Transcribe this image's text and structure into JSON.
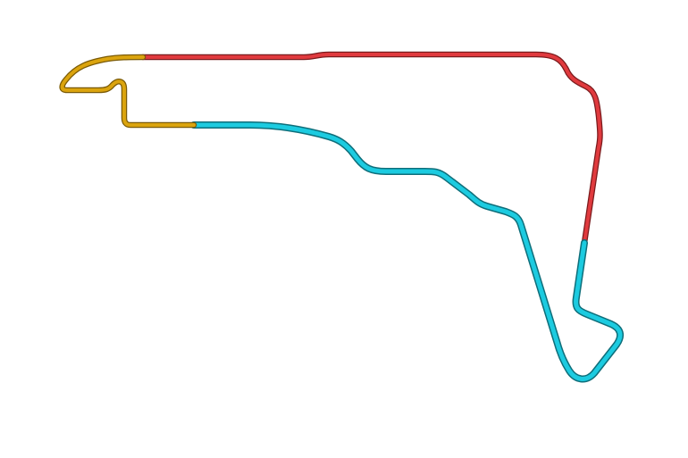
{
  "track": {
    "sectors": [
      {
        "id": "sector-1",
        "color": "#e03a3e",
        "outline": "#7a1a1c"
      },
      {
        "id": "sector-2",
        "color": "#1ccbe0",
        "outline": "#0e6e7a"
      },
      {
        "id": "sector-3",
        "color": "#dba40e",
        "outline": "#7a5a06"
      }
    ],
    "background": "#ffffff"
  }
}
